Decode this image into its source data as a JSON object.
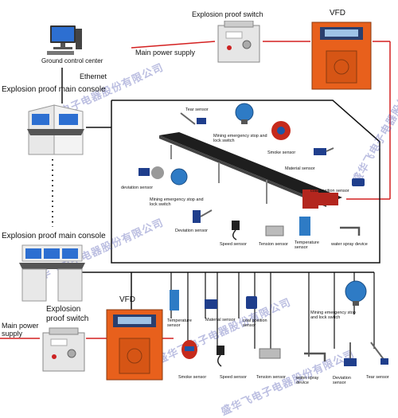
{
  "labels": {
    "explosion_proof_switch_top": "Explosion proof switch",
    "vfd_top": "VFD",
    "main_power_supply_top": "Main power supply",
    "ground_control_center": "Ground control center",
    "ethernet": "Ethernet",
    "explosion_proof_main_console_1": "Explosion proof main console",
    "explosion_proof_main_console_2": "Explosion proof main console",
    "vfd_bottom": "VFD",
    "explosion_proof_switch_bottom": "Explosion proof switch",
    "main_power_supply_bottom": "Main power supply"
  },
  "inner_sensors": {
    "tear_sensor": "Tear sensor",
    "mining_emergency_stop_top": "Mining emergency stop and lock switch",
    "smoke_sensor": "Smoke sensor",
    "material_sensor": "Material sensor",
    "deviation_sensor": "deviation sensor",
    "coal_position_sensor": "coal position sensor",
    "mining_emergency_stop_mid": "Mining emergency stop and lock switch",
    "deviation_sensor_2": "Deviation sensor",
    "speed_sensor": "Speed sensor",
    "tension_sensor": "Tension sensor",
    "temperature_sensor": "Temperature sensor",
    "water_spray_device": "water spray device"
  },
  "bus_sensors": {
    "temperature_sensor": "Temperature sensor",
    "material_sensor": "Material sensor",
    "coal_position_sensor": "coal position sensor",
    "mining_emergency_stop": "Mining emergency stop and lock switch",
    "smoke_sensor": "Smoke sensor",
    "speed_sensor": "Speed sensor",
    "tension_sensor": "Tension sensor",
    "water_spray_device": "water spray device",
    "deviation_sensor": "Deviation sensor",
    "tear_sensor": "Tear sensor"
  },
  "watermark": "盛华飞电子电器股份有限公司",
  "colors": {
    "power_line": "#d42020",
    "signal_line": "#111111",
    "vfd_body": "#e8601c",
    "vfd_panel": "#2a3f6e",
    "switch_body": "#e6e6e6",
    "belt": "#1e1e1e",
    "frame": "#b3261e"
  }
}
